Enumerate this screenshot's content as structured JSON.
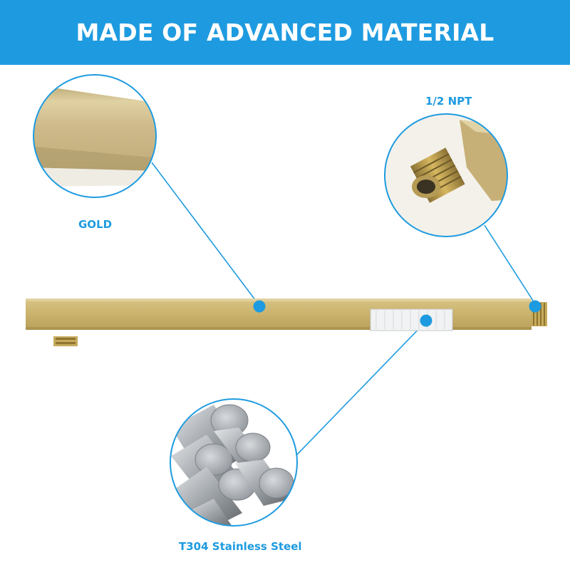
{
  "header": {
    "title": "MADE OF ADVANCED MATERIAL"
  },
  "callouts": {
    "gold": {
      "label": "GOLD"
    },
    "npt": {
      "label": "1/2 NPT"
    },
    "steel": {
      "label": "T304 Stainless Steel"
    }
  },
  "colors": {
    "accent": "#1e9be0",
    "brass": "#c9b06a",
    "steel": "#b8bcc0"
  }
}
